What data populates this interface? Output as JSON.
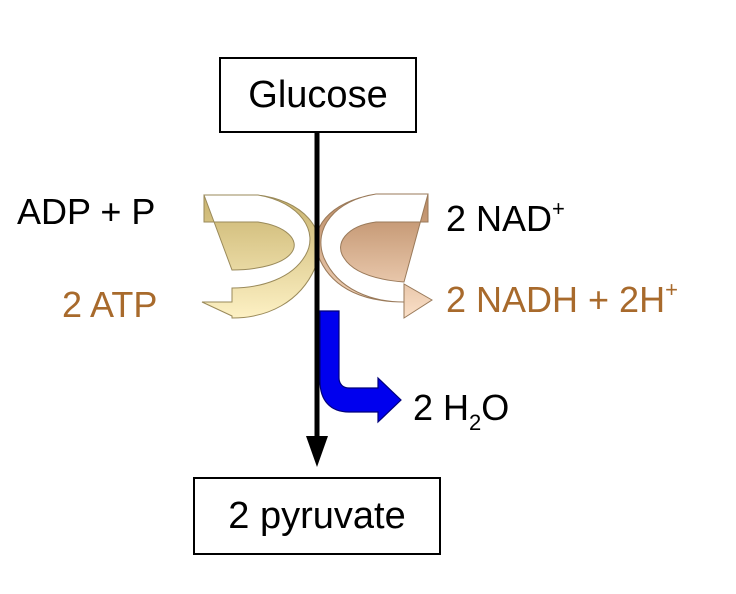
{
  "colors": {
    "line": "#000000",
    "product_text": "#a86a2c",
    "water_arrow": "#0000ee",
    "atp_arrow_dark": "#c9b36e",
    "atp_arrow_light": "#fdf1c4",
    "nadh_arrow_dark": "#b88760",
    "nadh_arrow_light": "#fbe0c8"
  },
  "nodes": {
    "substrate": "Glucose",
    "product": "2 pyruvate"
  },
  "inputs": {
    "left": "ADP + P",
    "right_main": "2 NAD",
    "right_sup": "+"
  },
  "outputs": {
    "left": "2 ATP",
    "right_main": "2 NADH + 2H",
    "right_sup": "+",
    "water_prefix": "2 H",
    "water_sub": "2",
    "water_suffix": "O"
  }
}
